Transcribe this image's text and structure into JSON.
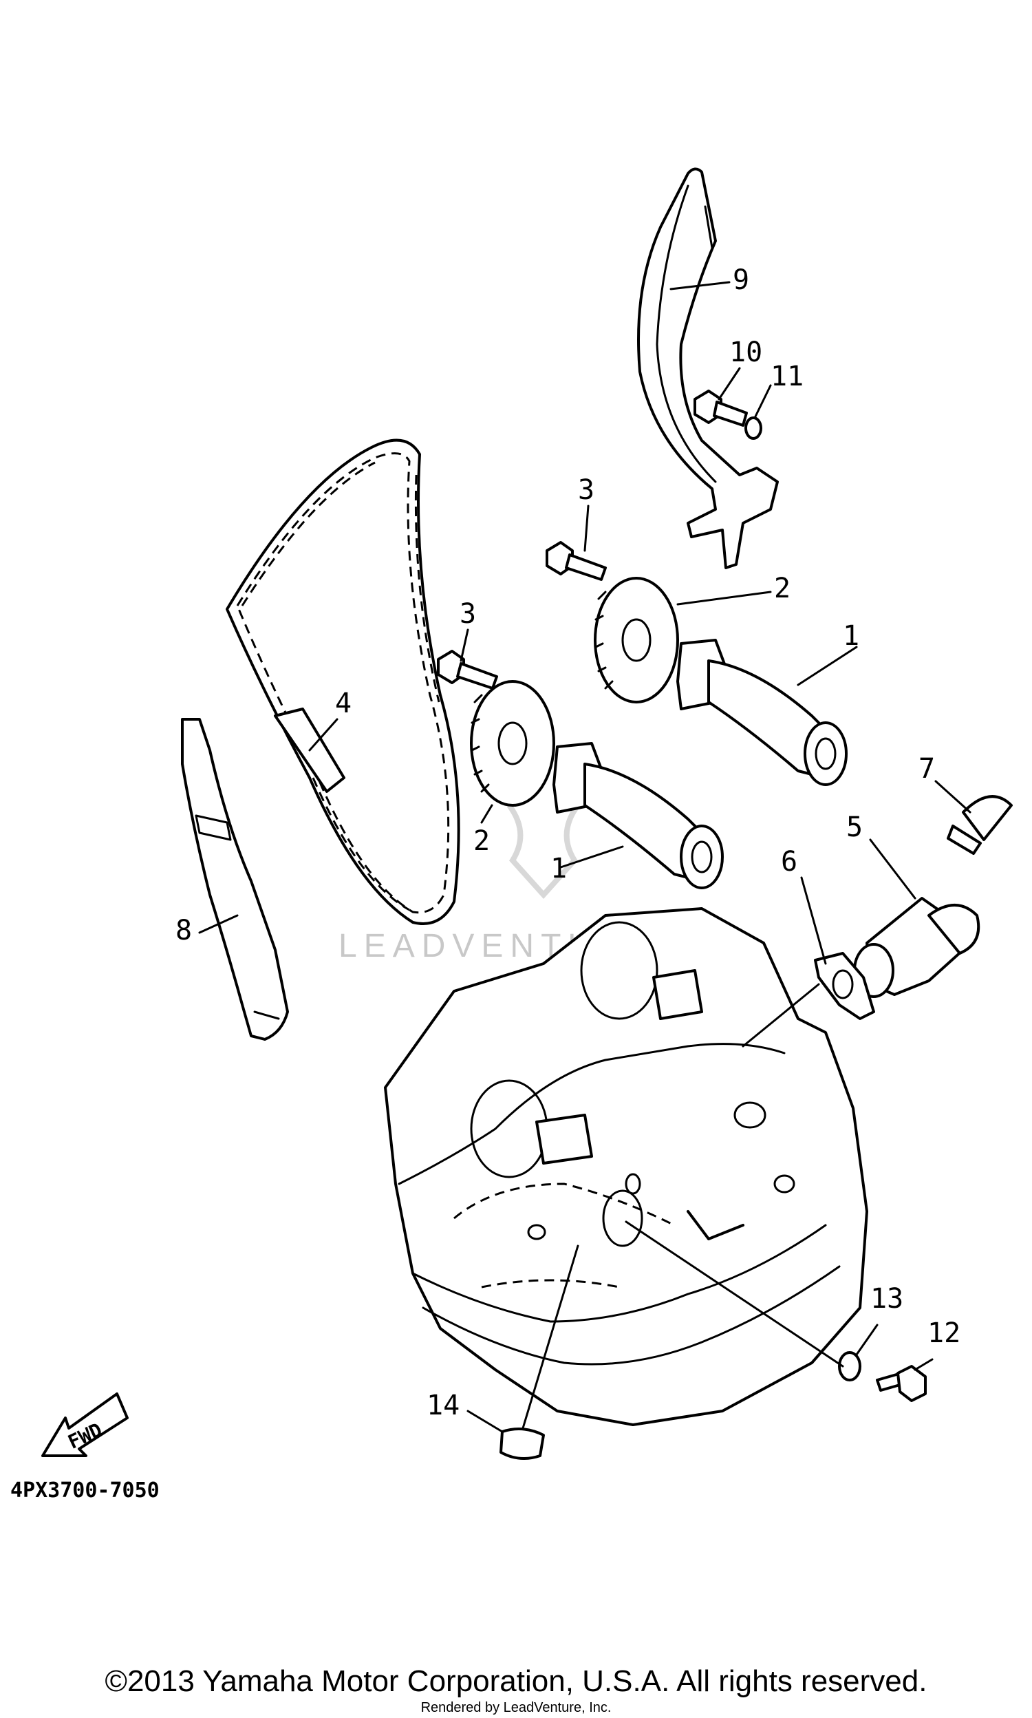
{
  "callouts": [
    {
      "id": "camshaft-1a",
      "label": "1"
    },
    {
      "id": "camshaft-1b",
      "label": "1"
    },
    {
      "id": "sprocket-2a",
      "label": "2"
    },
    {
      "id": "sprocket-2b",
      "label": "2"
    },
    {
      "id": "bolt-3a",
      "label": "3"
    },
    {
      "id": "bolt-3b",
      "label": "3"
    },
    {
      "id": "cam-chain",
      "label": "4"
    },
    {
      "id": "tensioner",
      "label": "5"
    },
    {
      "id": "gasket",
      "label": "6"
    },
    {
      "id": "tensioner-bolt",
      "label": "7"
    },
    {
      "id": "chain-guide-exhaust",
      "label": "8"
    },
    {
      "id": "chain-guide-intake",
      "label": "9"
    },
    {
      "id": "guide-bolt",
      "label": "10"
    },
    {
      "id": "guide-washer",
      "label": "11"
    },
    {
      "id": "plug-bolt",
      "label": "12"
    },
    {
      "id": "plug-gasket",
      "label": "13"
    },
    {
      "id": "cap",
      "label": "14"
    }
  ],
  "fwd_label": "FWD",
  "diagram_code": "4PX3700-7050",
  "watermark": "LEADVENTURE",
  "copyright": "©2013 Yamaha Motor Corporation, U.S.A. All rights reserved.",
  "rendered_by": "Rendered by LeadVenture, Inc."
}
